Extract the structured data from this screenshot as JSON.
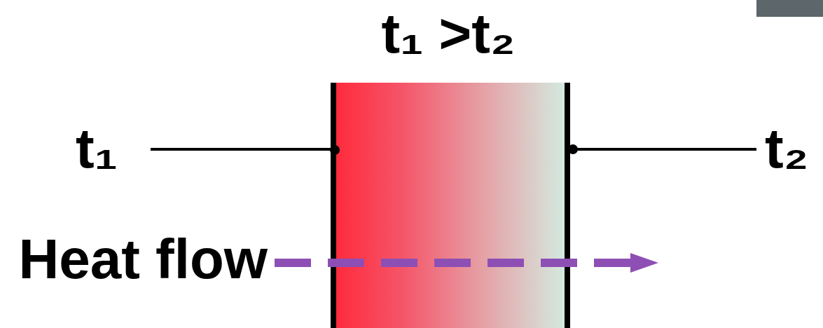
{
  "diagram": {
    "labels": [
      "t₁ >t₂",
      "t₁",
      "t₂",
      "Heat flow"
    ]
  }
}
